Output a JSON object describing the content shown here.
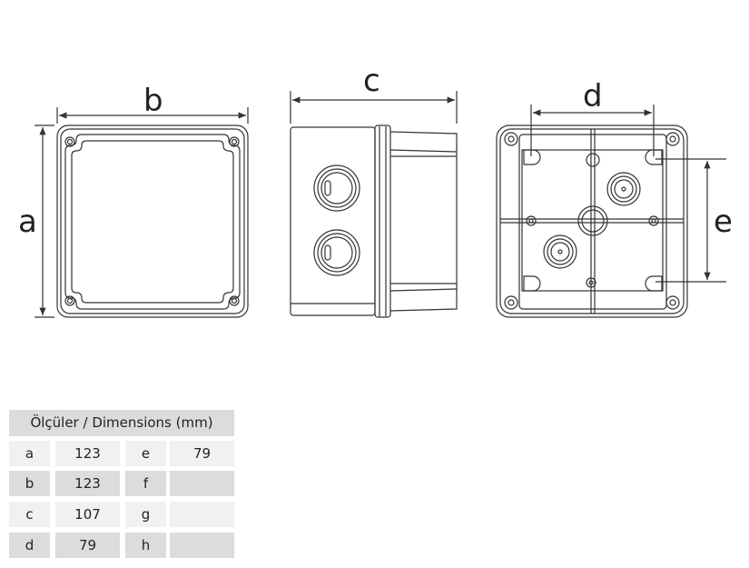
{
  "drawing": {
    "labels": {
      "a": "a",
      "b": "b",
      "c": "c",
      "d": "d",
      "e": "e"
    }
  },
  "table": {
    "title": "Ölçüler / Dimensions (mm)",
    "rows": [
      {
        "k1": "a",
        "v1": "123",
        "k2": "e",
        "v2": "79"
      },
      {
        "k1": "b",
        "v1": "123",
        "k2": "f",
        "v2": ""
      },
      {
        "k1": "c",
        "v1": "107",
        "k2": "g",
        "v2": ""
      },
      {
        "k1": "d",
        "v1": "79",
        "k2": "h",
        "v2": ""
      }
    ]
  }
}
